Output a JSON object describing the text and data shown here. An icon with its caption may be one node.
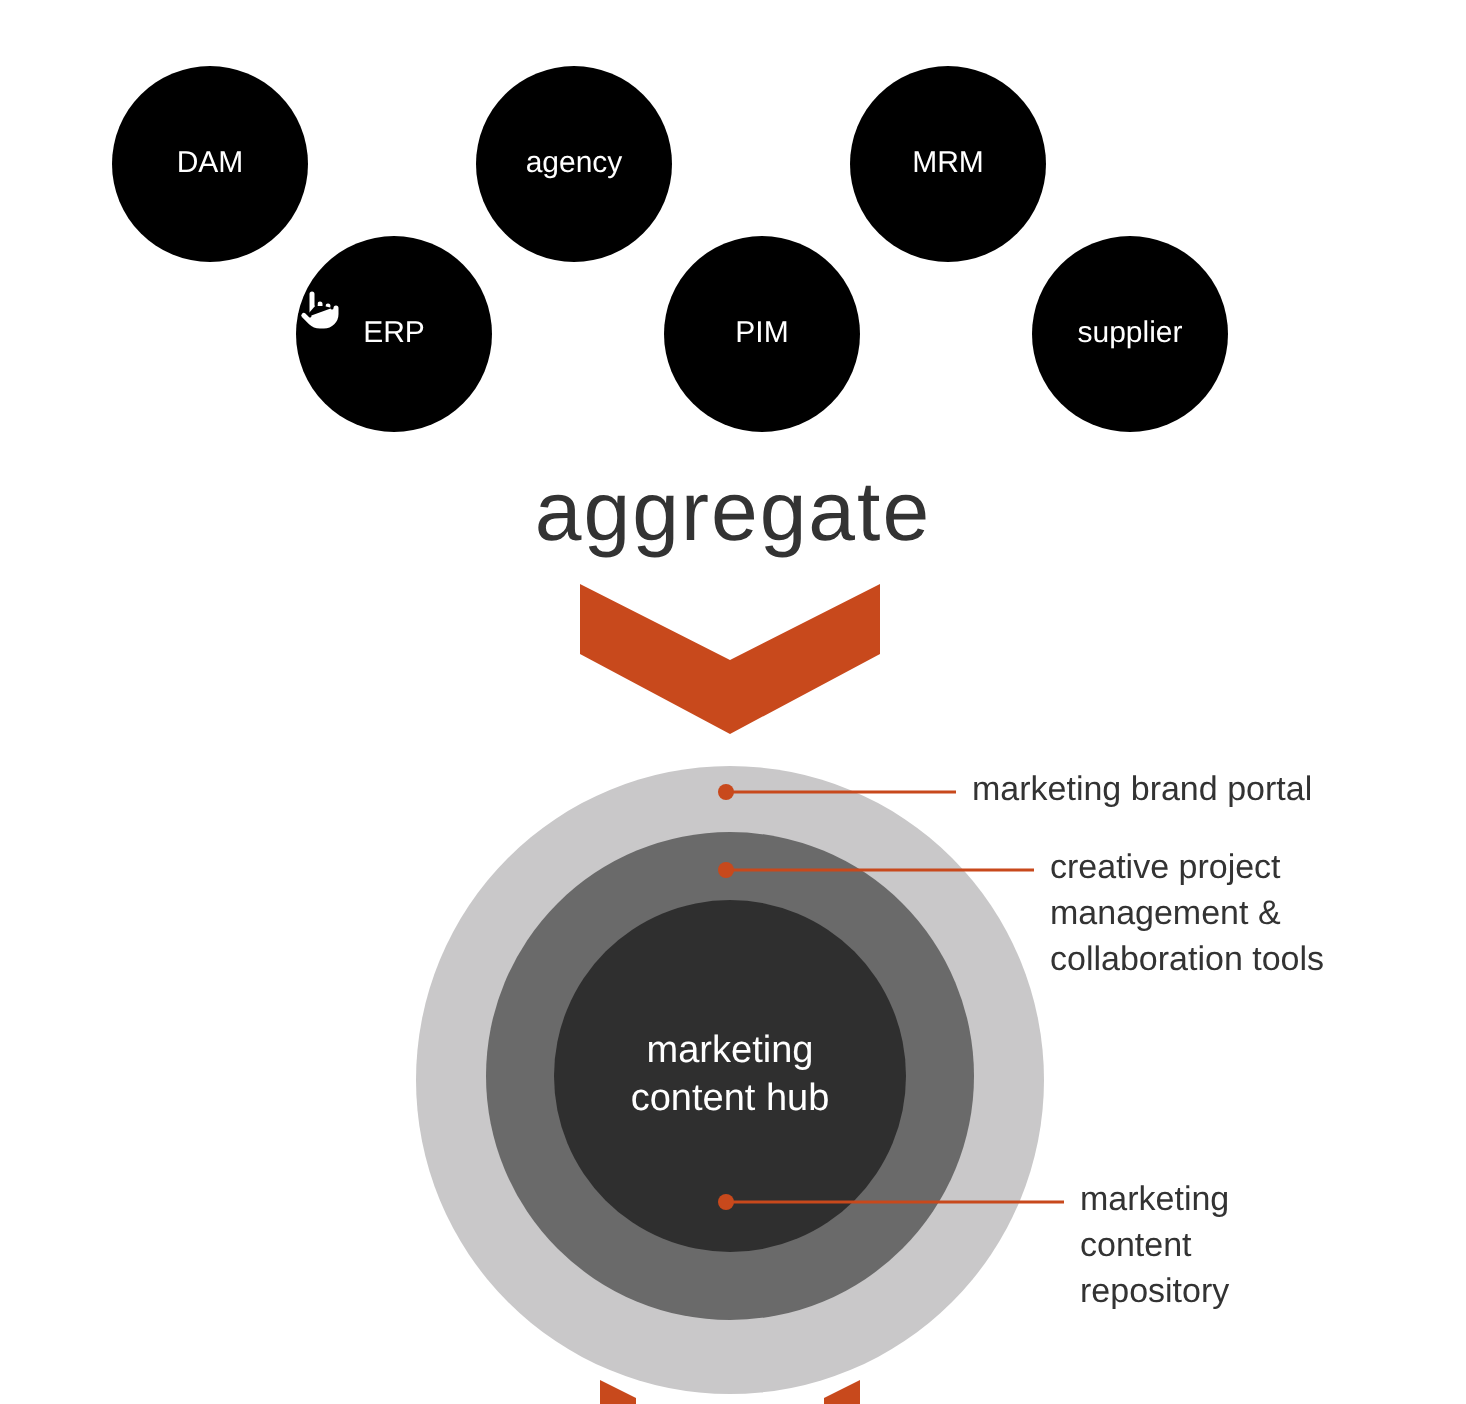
{
  "diagram": {
    "nodes": [
      {
        "text": [
          "DAM"
        ]
      },
      {
        "text": [
          "agency"
        ]
      },
      {
        "text": [
          "MRM"
        ]
      },
      {
        "text": [
          "ERP"
        ]
      },
      {
        "text": [
          "PIM"
        ]
      },
      {
        "text": [
          "supplier"
        ]
      },
      {
        "text": [],
        "shape": "circle"
      },
      {
        "text": [],
        "shape": "circle",
        "in": 6
      },
      {
        "text": [
          "marketing content hub"
        ],
        "in": 7
      },
      {
        "text": [
          "marketing brand portal"
        ]
      },
      {
        "text": [
          "creative project management & collaboration tools"
        ]
      },
      {
        "text": [
          "marketing content repository"
        ]
      }
    ],
    "edges": [
      {
        "from": null,
        "to": 6,
        "arrow": "to",
        "color": "#c8491c",
        "style": "thick"
      },
      {
        "from": 9,
        "to": 6,
        "arrow": "other",
        "color": "#c8491c"
      },
      {
        "from": 10,
        "to": 7,
        "arrow": "other",
        "color": "#c8491c"
      },
      {
        "from": 11,
        "to": 8,
        "arrow": "other",
        "color": "#c8491c"
      }
    ],
    "labels": [
      "aggregate"
    ]
  }
}
